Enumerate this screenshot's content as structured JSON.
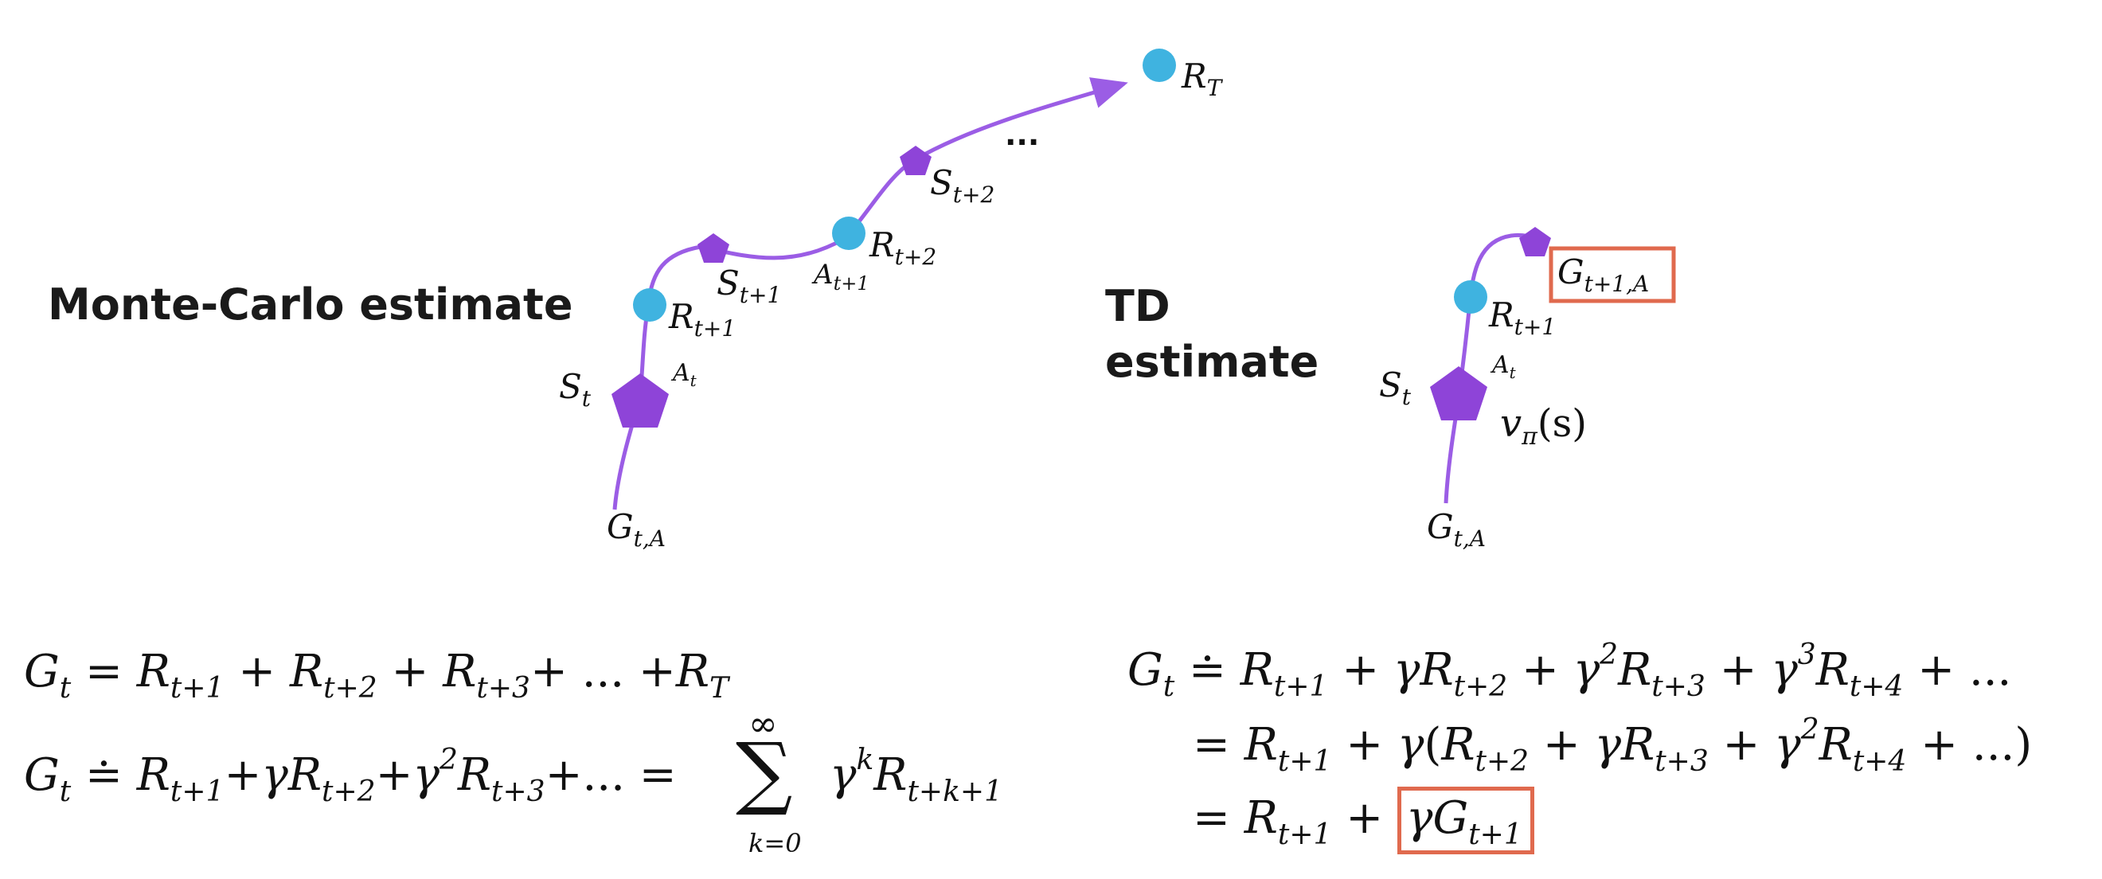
{
  "colors": {
    "trajectory": "#9b5de5",
    "state_node": "#8e44d8",
    "reward_node": "#3fb3e0",
    "highlight_box": "#e06a4e"
  },
  "headings": {
    "mc": "Monte-Carlo estimate",
    "td_line1": "TD",
    "td_line2": "estimate"
  },
  "mc_diagram": {
    "G": "G",
    "G_sub": "t,A",
    "S_t": "S",
    "S_t_sub": "t",
    "A_t": "A",
    "A_t_sub": "t",
    "R_t1": "R",
    "R_t1_sub": "t+1",
    "S_t1": "S",
    "S_t1_sub": "t+1",
    "A_t1": "A",
    "A_t1_sub": "t+1",
    "R_t2": "R",
    "R_t2_sub": "t+2",
    "S_t2": "S",
    "S_t2_sub": "t+2",
    "dots": "...",
    "R_T": "R",
    "R_T_sub": "T"
  },
  "td_diagram": {
    "G": "G",
    "G_sub": "t,A",
    "S_t": "S",
    "S_t_sub": "t",
    "A_t": "A",
    "A_t_sub": "t",
    "R_t1": "R",
    "R_t1_sub": "t+1",
    "v": "v",
    "v_sub": "π",
    "v_arg": "(s)",
    "G_next": "G",
    "G_next_sub": "t+1,A"
  },
  "equations": {
    "mc_line1": {
      "lhs": "G",
      "lhs_sub": "t",
      "t1": "R",
      "t1_sub": "t+1",
      "t2": "R",
      "t2_sub": "t+2",
      "t3": "R",
      "t3_sub": "t+3",
      "dots": "...",
      "t4": "R",
      "t4_sub": "T"
    },
    "mc_line2": {
      "lhs": "G",
      "lhs_sub": "t",
      "gamma": "γ",
      "sq": "2",
      "t1": "R",
      "t1_sub": "t+1",
      "t2": "R",
      "t2_sub": "t+2",
      "t3": "R",
      "t3_sub": "t+3",
      "dots": "...",
      "sum_top": "∞",
      "sum_sym": "∑",
      "sum_bottom": "k=0",
      "k": "k",
      "term": "R",
      "term_sub": "t+k+1"
    },
    "td_line1": {
      "lhs": "G",
      "lhs_sub": "t",
      "gamma": "γ",
      "sq": "2",
      "cube": "3",
      "t1": "R",
      "t1_sub": "t+1",
      "t2": "R",
      "t2_sub": "t+2",
      "t3": "R",
      "t3_sub": "t+3",
      "t4": "R",
      "t4_sub": "t+4",
      "dots": "..."
    },
    "td_line2": {
      "gamma": "γ",
      "sq": "2",
      "t1": "R",
      "t1_sub": "t+1",
      "t2": "R",
      "t2_sub": "t+2",
      "t3": "R",
      "t3_sub": "t+3",
      "t4": "R",
      "t4_sub": "t+4",
      "dots": "..."
    },
    "td_line3": {
      "t1": "R",
      "t1_sub": "t+1",
      "gamma": "γ",
      "g": "G",
      "g_sub": "t+1"
    }
  }
}
